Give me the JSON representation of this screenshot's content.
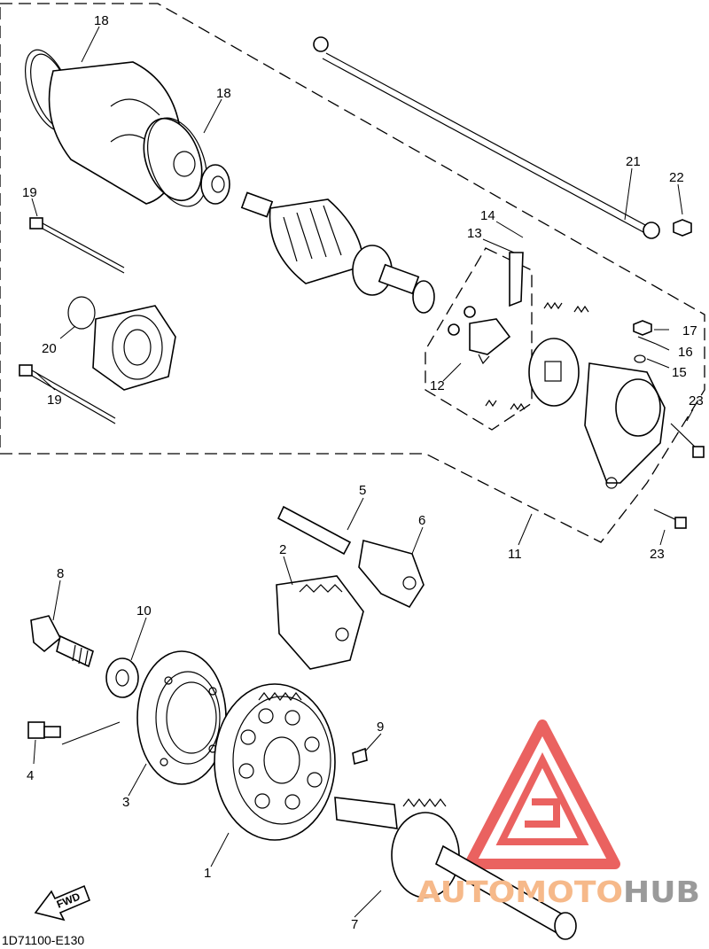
{
  "diagram": {
    "drawing_code": "1D71100-E130",
    "fwd_label": "FWD",
    "callouts": [
      {
        "id": "c18a",
        "text": "18"
      },
      {
        "id": "c18b",
        "text": "18"
      },
      {
        "id": "c19a",
        "text": "19"
      },
      {
        "id": "c19b",
        "text": "19"
      },
      {
        "id": "c20",
        "text": "20"
      },
      {
        "id": "c21",
        "text": "21"
      },
      {
        "id": "c22",
        "text": "22"
      },
      {
        "id": "c14",
        "text": "14"
      },
      {
        "id": "c13",
        "text": "13"
      },
      {
        "id": "c12",
        "text": "12"
      },
      {
        "id": "c17",
        "text": "17"
      },
      {
        "id": "c16",
        "text": "16"
      },
      {
        "id": "c15",
        "text": "15"
      },
      {
        "id": "c23a",
        "text": "23"
      },
      {
        "id": "c23b",
        "text": "23"
      },
      {
        "id": "c11",
        "text": "11"
      },
      {
        "id": "c5",
        "text": "5"
      },
      {
        "id": "c6",
        "text": "6"
      },
      {
        "id": "c2",
        "text": "2"
      },
      {
        "id": "c8",
        "text": "8"
      },
      {
        "id": "c10",
        "text": "10"
      },
      {
        "id": "c4",
        "text": "4"
      },
      {
        "id": "c3",
        "text": "3"
      },
      {
        "id": "c9",
        "text": "9"
      },
      {
        "id": "c1",
        "text": "1"
      },
      {
        "id": "c7",
        "text": "7"
      }
    ]
  },
  "watermark": {
    "prefix": "AUTO",
    "middle": "MOTO",
    "suffix": "HUB",
    "colors": {
      "red": "#e8524f",
      "orange": "#f6b98a",
      "gray": "#9a9a9a"
    }
  }
}
